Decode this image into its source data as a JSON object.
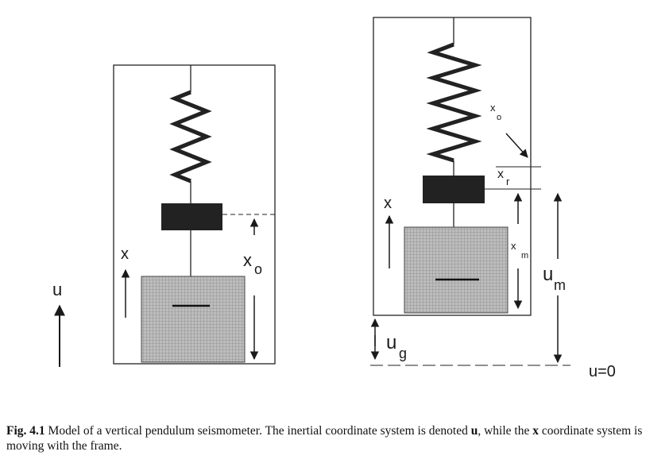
{
  "labels": {
    "u": "u",
    "left_x": "x",
    "left_xo_main": "x",
    "left_xo_sub": "o",
    "right_x": "x",
    "right_xo_main": "x",
    "right_xo_sub": "o",
    "right_xr_main": "x",
    "right_xr_sub": "r",
    "right_xm_main": "x",
    "right_xm_sub": "m",
    "um_main": "u",
    "um_sub": "m",
    "ug_main": "u",
    "ug_sub": "g",
    "u0": "u=0"
  },
  "caption": {
    "fig_label": "Fig. 4.1",
    "text_part1": " Model of a vertical pendulum seismometer. The inertial coordinate system is denoted ",
    "bold_u": "u",
    "text_part2": ", while the ",
    "bold_x": "x",
    "text_part3": " coordinate system is moving with the frame."
  }
}
